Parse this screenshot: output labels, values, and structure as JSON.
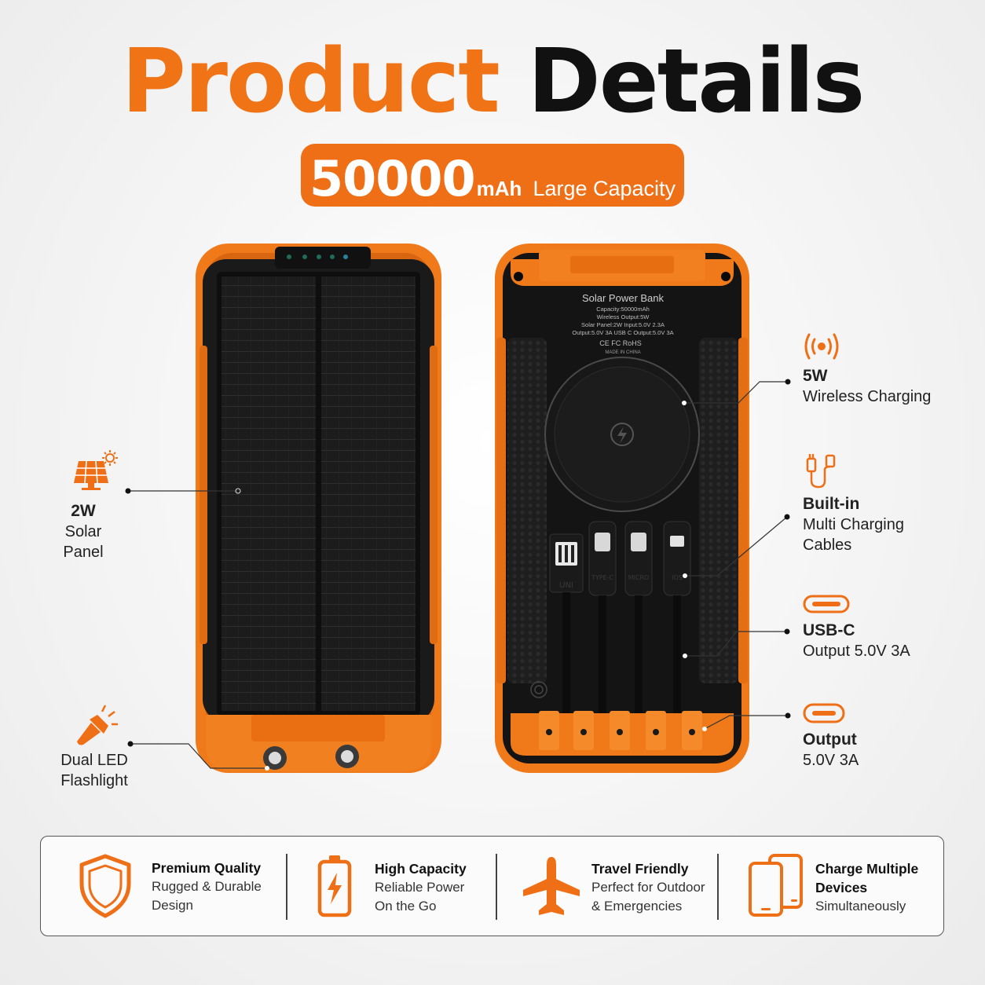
{
  "header": {
    "title_word1": "Product",
    "title_word2": "Details",
    "capacity_number": "50000",
    "capacity_unit": "mAh",
    "capacity_label": "Large Capacity"
  },
  "device_label": {
    "line1": "Solar Power Bank",
    "line2": "Capacity:50000mAh",
    "line3": "Wireless Output:5W",
    "line4": "Solar Panel:2W Input:5.0V 2.3A",
    "line5": "Output:5.0V 3A USB C Output:5.0V 3A",
    "marks": "CE FC RoHS",
    "origin": "MADE IN CHINA"
  },
  "cables": [
    "UNI",
    "TYPE-C",
    "MICRO",
    "IOS"
  ],
  "callouts": {
    "solar": {
      "bold": "2W",
      "text": "Solar Panel",
      "icon": "solar-panel-icon"
    },
    "flashlight": {
      "line1": "Dual LED",
      "line2": "Flashlight",
      "icon": "flashlight-icon"
    },
    "wireless": {
      "bold": "5W",
      "text": "Wireless Charging",
      "icon": "wireless-signal-icon"
    },
    "cables": {
      "bold": "Built-in",
      "line1": "Multi Charging",
      "line2": "Cables",
      "icon": "cable-icon"
    },
    "usbc": {
      "bold": "USB-C",
      "text": "Output 5.0V 3A",
      "icon": "usb-c-port-icon"
    },
    "output": {
      "bold": "Output",
      "text": "5.0V 3A",
      "icon": "usb-port-icon"
    }
  },
  "features": [
    {
      "title": "Premium Quality",
      "line1": "Rugged & Durable",
      "line2": "Design",
      "icon": "shield-icon"
    },
    {
      "title": "High Capacity",
      "line1": "Reliable Power",
      "line2": "On the Go",
      "icon": "battery-icon"
    },
    {
      "title": "Travel Friendly",
      "line1": "Perfect for Outdoor",
      "line2": "& Emergencies",
      "icon": "airplane-icon"
    },
    {
      "title": "Charge Multiple",
      "line1": "Devices",
      "line2": "Simultaneously",
      "icon": "phones-icon"
    }
  ],
  "colors": {
    "accent": "#ef6f17",
    "dark": "#111111"
  }
}
